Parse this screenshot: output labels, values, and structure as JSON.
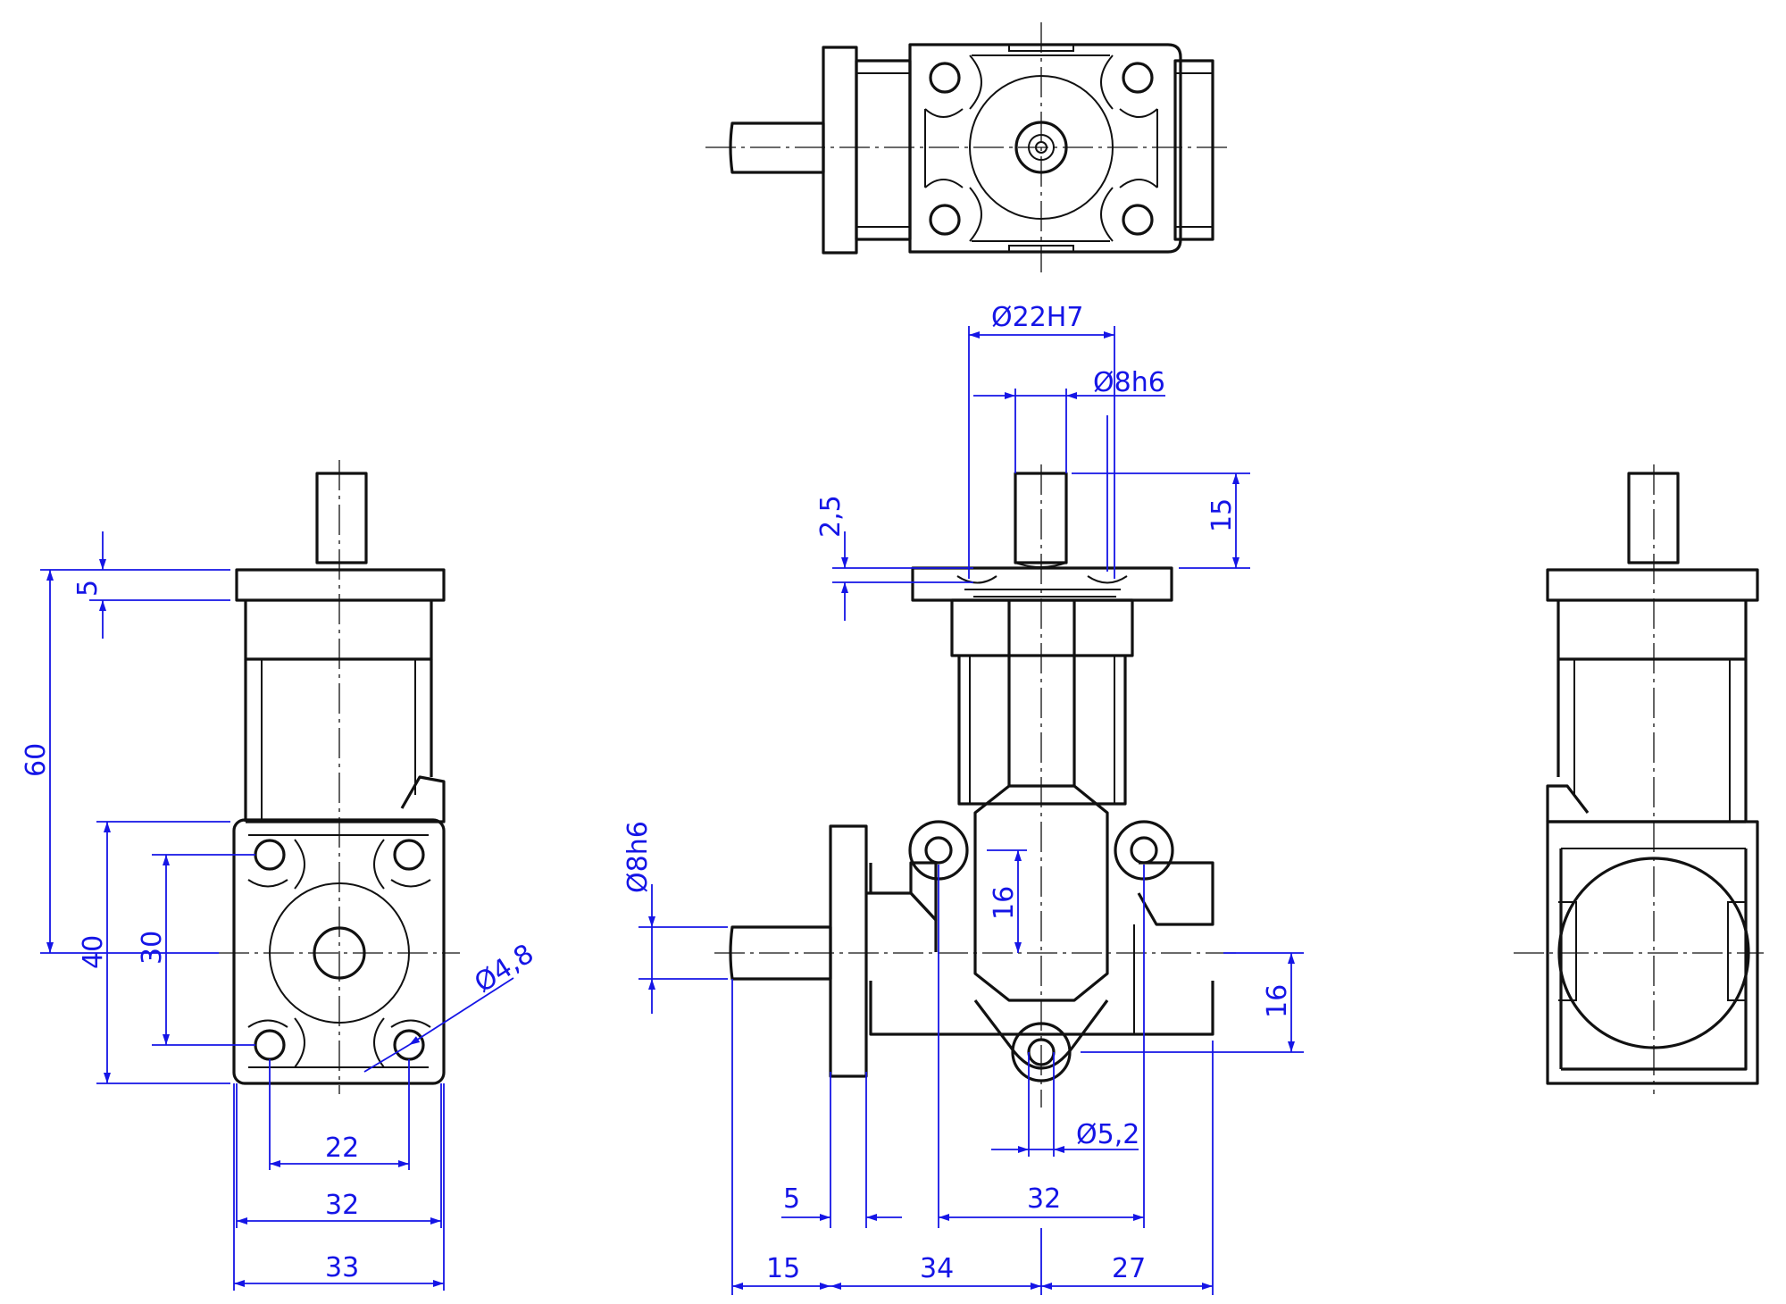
{
  "dimensions": {
    "bore_hollow": "Ø22H7",
    "shaft_top": "Ø8h6",
    "shaft_top_length": "15",
    "flange_top_offset": "2,5",
    "shaft_left": "Ø8h6",
    "center_offset_16a": "16",
    "center_offset_16b": "16",
    "hole_dia_front": "Ø5,2",
    "flange_thk": "5",
    "hole_spacing_front": "32",
    "len_15": "15",
    "len_34": "34",
    "len_27": "27",
    "side_flange_5": "5",
    "side_height_60": "60",
    "side_40": "40",
    "side_30": "30",
    "side_hole": "Ø4,8",
    "side_22": "22",
    "side_32": "32",
    "side_33": "33"
  }
}
